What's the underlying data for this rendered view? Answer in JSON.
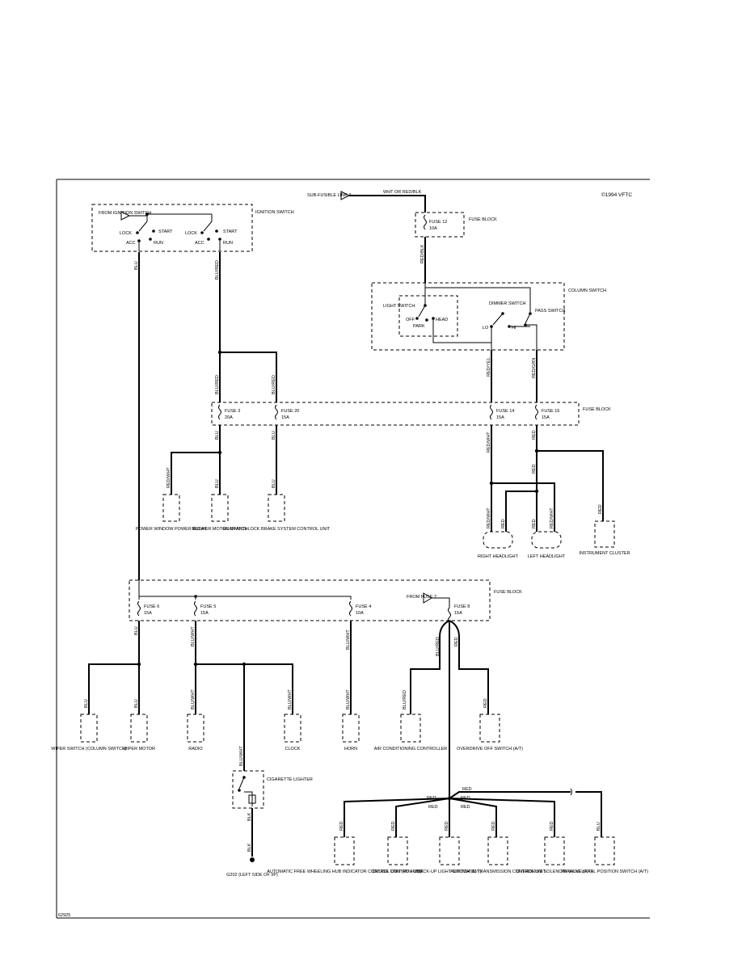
{
  "copyright": "©1994 VFTC",
  "figure_id": "62925",
  "sources": {
    "sub_fusible_link": "SUB-FUSIBLE LINK 3",
    "from_ignition_switch": "FROM IGNITION SWITCH",
    "from_fuse_7": "FROM FUSE 7"
  },
  "ignition_switch": {
    "label": "IGNITION SWITCH",
    "positions": [
      "LOCK",
      "START",
      "ACC",
      "RUN"
    ]
  },
  "column_switch": {
    "label": "COLUMN SWITCH",
    "light_switch": "LIGHT SWITCH",
    "off": "OFF",
    "park": "PARK",
    "head": "HEAD",
    "dimmer_switch": "DIMMER SWITCH",
    "lo": "LO",
    "hi": "HI",
    "pass_switch": "PASS SWITCH"
  },
  "fuse_blocks": [
    "FUSE BLOCK",
    "FUSE BLOCK",
    "FUSE BLOCK"
  ],
  "fuses": [
    {
      "name": "FUSE 12",
      "rating": "10A"
    },
    {
      "name": "FUSE 3",
      "rating": "20A"
    },
    {
      "name": "FUSE 20",
      "rating": "15A"
    },
    {
      "name": "FUSE 14",
      "rating": "15A"
    },
    {
      "name": "FUSE 15",
      "rating": "15A"
    },
    {
      "name": "FUSE 6",
      "rating": "15A"
    },
    {
      "name": "FUSE 5",
      "rating": "15A"
    },
    {
      "name": "FUSE 4",
      "rating": "10A"
    },
    {
      "name": "FUSE 8",
      "rating": "15A"
    }
  ],
  "wires": {
    "wht_or_red_blk": "WHT OR RED/BLK",
    "red_blk": "RED/BLK",
    "blu": "BLU",
    "blu_red": "BLU/RED",
    "red_yel": "RED/YEL",
    "red_grn": "RED/GRN",
    "red_wht": "RED/WHT",
    "red": "RED",
    "blu_wht": "BLU/WHT",
    "blk": "BLK"
  },
  "components": {
    "power_window_relay": "POWER WINDOW POWER RELAY",
    "blower_motor_switch": "BLOWER MOTOR SWITCH",
    "rear_abs_unit": "REAR ANTI-LOCK BRAKE SYSTEM CONTROL UNIT",
    "right_headlight": "RIGHT HEADLIGHT",
    "left_headlight": "LEFT HEADLIGHT",
    "instrument_cluster": "INSTRUMENT CLUSTER",
    "wiper_switch": "WIPER SWITCH (COLUMN SWITCH)",
    "wiper_motor": "WIPER MOTOR",
    "radio": "RADIO",
    "clock": "CLOCK",
    "horn": "HORN",
    "ac_controller": "AIR CONDITIONING CONTROLLER",
    "overdrive_off_switch": "OVERDRIVE OFF SWITCH (A/T)",
    "cigarette_lighter": "CIGARETTE LIGHTER",
    "ground_g202": "G202 (LEFT SIDE OF I/P)",
    "hub_indicator_unit": "AUTOMATIC FREE WHEELING HUB INDICATOR CONTROL UNIT (W/ 4WD)",
    "cruise_control_unit": "CRUISE CONTROL UNIT",
    "backup_light_switch": "BACK-UP LIGHT SWITCH (M/T)",
    "at_control_unit": "AUTOMATIC TRANSMISSION CONTROL UNIT",
    "overdrive_solenoid": "OVERDRIVE SOLENOID VALVE (A/T)",
    "park_neutral_switch": "PARK/ NEUTRAL POSITION SWITCH (A/T)"
  }
}
